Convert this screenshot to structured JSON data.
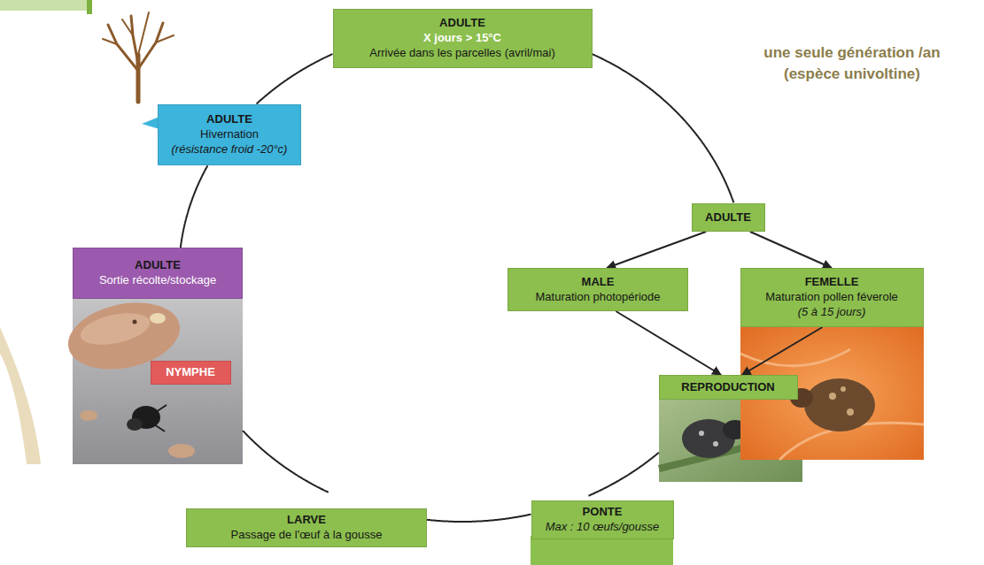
{
  "diagram": {
    "nodes": [
      {
        "text": [
          "ADULTE",
          "X jours > 15°C",
          "Arrivée dans les parcelles (avril/mai)"
        ]
      },
      {
        "text": [
          "ADULTE"
        ]
      },
      {
        "text": [
          "MALE",
          "Maturation photopériode"
        ]
      },
      {
        "text": [
          "FEMELLE",
          "Maturation pollen féverole",
          "(5 à 15 jours)"
        ]
      },
      {
        "text": [
          "REPRODUCTION"
        ]
      },
      {
        "text": [
          "PONTE",
          "Max : 10 œufs/gousse"
        ]
      },
      {
        "text": [
          "LARVE",
          "Passage de l'œuf à la gousse"
        ]
      },
      {
        "text": [
          "NYMPHE"
        ]
      },
      {
        "text": [
          "ADULTE",
          "Sortie récolte/stockage"
        ]
      },
      {
        "text": [
          "ADULTE",
          "Hivernation",
          "(résistance froid -20°c)"
        ]
      }
    ],
    "edges": [
      {
        "from": 0,
        "to": 1,
        "arrow": "none"
      },
      {
        "from": 1,
        "to": 2,
        "arrow": "to"
      },
      {
        "from": 1,
        "to": 3,
        "arrow": "to"
      },
      {
        "from": 2,
        "to": 4,
        "arrow": "to"
      },
      {
        "from": 3,
        "to": 4,
        "arrow": "to"
      },
      {
        "from": 4,
        "to": 5,
        "arrow": "none"
      },
      {
        "from": 5,
        "to": 6,
        "arrow": "none"
      },
      {
        "from": 6,
        "to": 7,
        "arrow": "none"
      },
      {
        "from": 8,
        "to": 9,
        "arrow": "none"
      },
      {
        "from": 9,
        "to": 0,
        "arrow": "none"
      }
    ],
    "labels": [
      "une seule génération /an",
      "(espèce univoltine)"
    ]
  }
}
